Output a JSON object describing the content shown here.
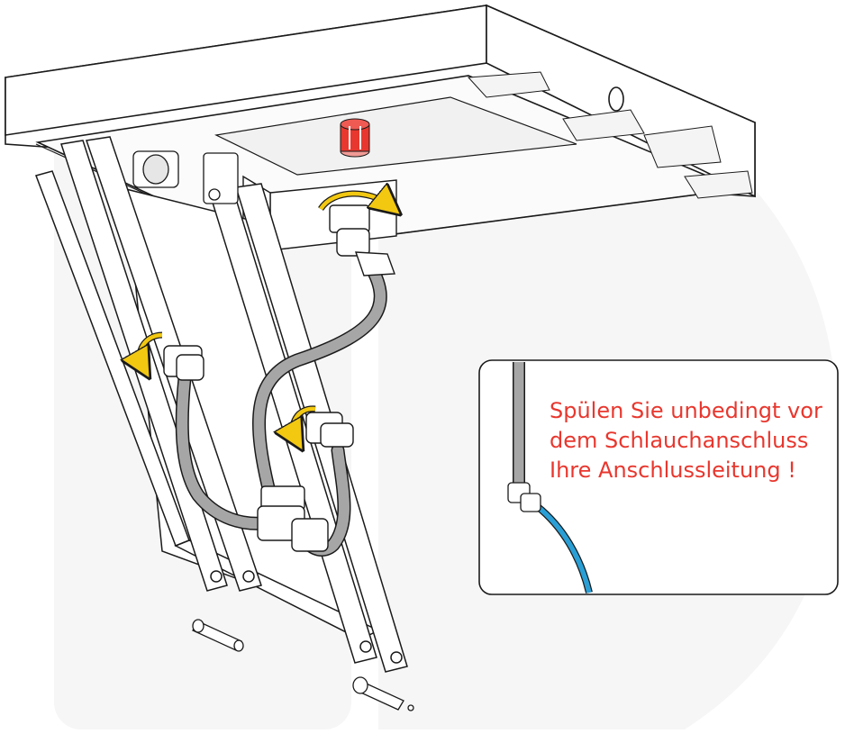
{
  "callout": {
    "lines": [
      "Spülen Sie unbedingt vor",
      "dem Schlauchanschluss",
      "Ihre Anschlussleitung !"
    ]
  },
  "colors": {
    "warning_text": "#e8372e",
    "highlight_cap": "#e8372e",
    "rotation_arrow": "#f2c811",
    "hose_gray": "#a6a6a6",
    "hose_blue": "#2a9fd6",
    "line": "#1a1a1a",
    "panel_gray": "#f4f4f4"
  },
  "icons": [
    "rotation-arrow-icon",
    "red-cap-icon"
  ]
}
